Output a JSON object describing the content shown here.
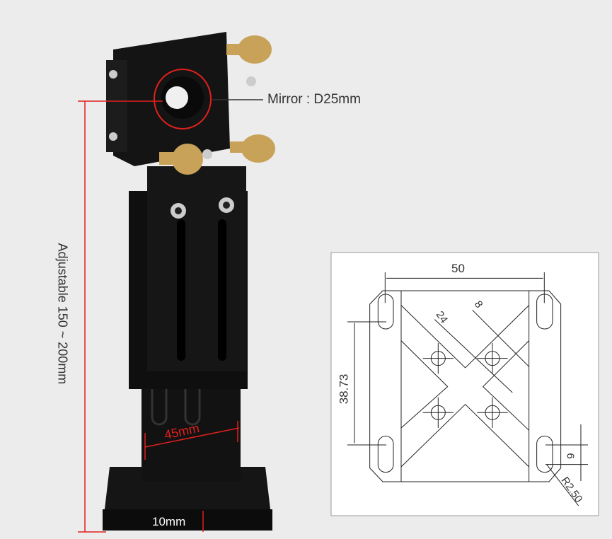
{
  "annotations": {
    "mirror": "Mirror : D25mm",
    "adjustable": "Adjustable 150 ~ 200mm",
    "width": "45mm",
    "base": "10mm"
  },
  "drawing": {
    "width_dim": "50",
    "diag_dim_1": "24",
    "diag_dim_2": "8",
    "height_dim": "38.73",
    "slot_dim": "6",
    "radius_dim": "R2.50"
  },
  "colors": {
    "annotation": "#e0201c",
    "background": "#ececec",
    "metal": "#111111",
    "brass": "#c9a25a"
  }
}
